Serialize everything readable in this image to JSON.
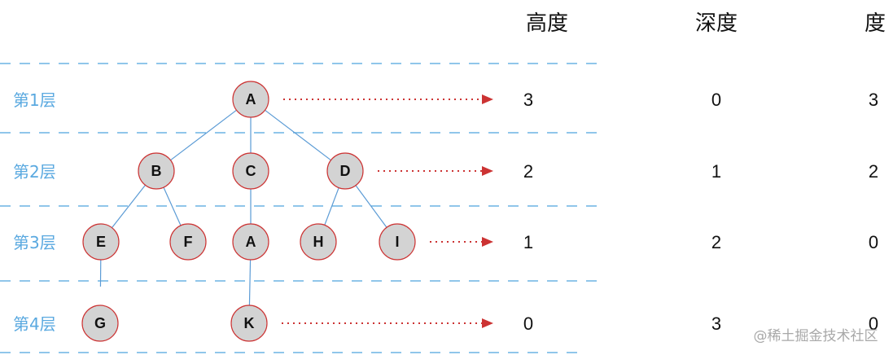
{
  "headers": {
    "height": "高度",
    "depth": "深度",
    "degree": "度"
  },
  "levels": [
    {
      "label": "第1层",
      "height": "3",
      "depth": "0",
      "degree": "3"
    },
    {
      "label": "第2层",
      "height": "2",
      "depth": "1",
      "degree": "2"
    },
    {
      "label": "第3层",
      "height": "1",
      "depth": "2",
      "degree": "0"
    },
    {
      "label": "第4层",
      "height": "0",
      "depth": "3",
      "degree": "0"
    }
  ],
  "nodes": [
    {
      "id": "A1",
      "label": "A",
      "level": 1
    },
    {
      "id": "B",
      "label": "B",
      "level": 2
    },
    {
      "id": "C",
      "label": "C",
      "level": 2
    },
    {
      "id": "D",
      "label": "D",
      "level": 2
    },
    {
      "id": "E",
      "label": "E",
      "level": 3
    },
    {
      "id": "F",
      "label": "F",
      "level": 3
    },
    {
      "id": "A2",
      "label": "A",
      "level": 3
    },
    {
      "id": "H",
      "label": "H",
      "level": 3
    },
    {
      "id": "I",
      "label": "I",
      "level": 3
    },
    {
      "id": "G",
      "label": "G",
      "level": 4
    },
    {
      "id": "K",
      "label": "K",
      "level": 4
    }
  ],
  "edges": [
    [
      "A1",
      "B"
    ],
    [
      "A1",
      "C"
    ],
    [
      "A1",
      "D"
    ],
    [
      "B",
      "E"
    ],
    [
      "B",
      "F"
    ],
    [
      "C",
      "A2"
    ],
    [
      "D",
      "H"
    ],
    [
      "D",
      "I"
    ],
    [
      "E",
      "G"
    ],
    [
      "A2",
      "K"
    ]
  ],
  "arrows": [
    {
      "from": "A1",
      "level": 1
    },
    {
      "from": "D",
      "level": 2
    },
    {
      "from": "I",
      "level": 3
    },
    {
      "from": "K",
      "level": 4
    }
  ],
  "colors": {
    "node_fill": "#d3d3d3",
    "node_stroke": "#cc3333",
    "edge": "#5b9bd5",
    "arrow": "#cc3333",
    "dash": "#6cb4e4",
    "level_text": "#5aa9e0"
  },
  "watermark": "@稀土掘金技术社区"
}
